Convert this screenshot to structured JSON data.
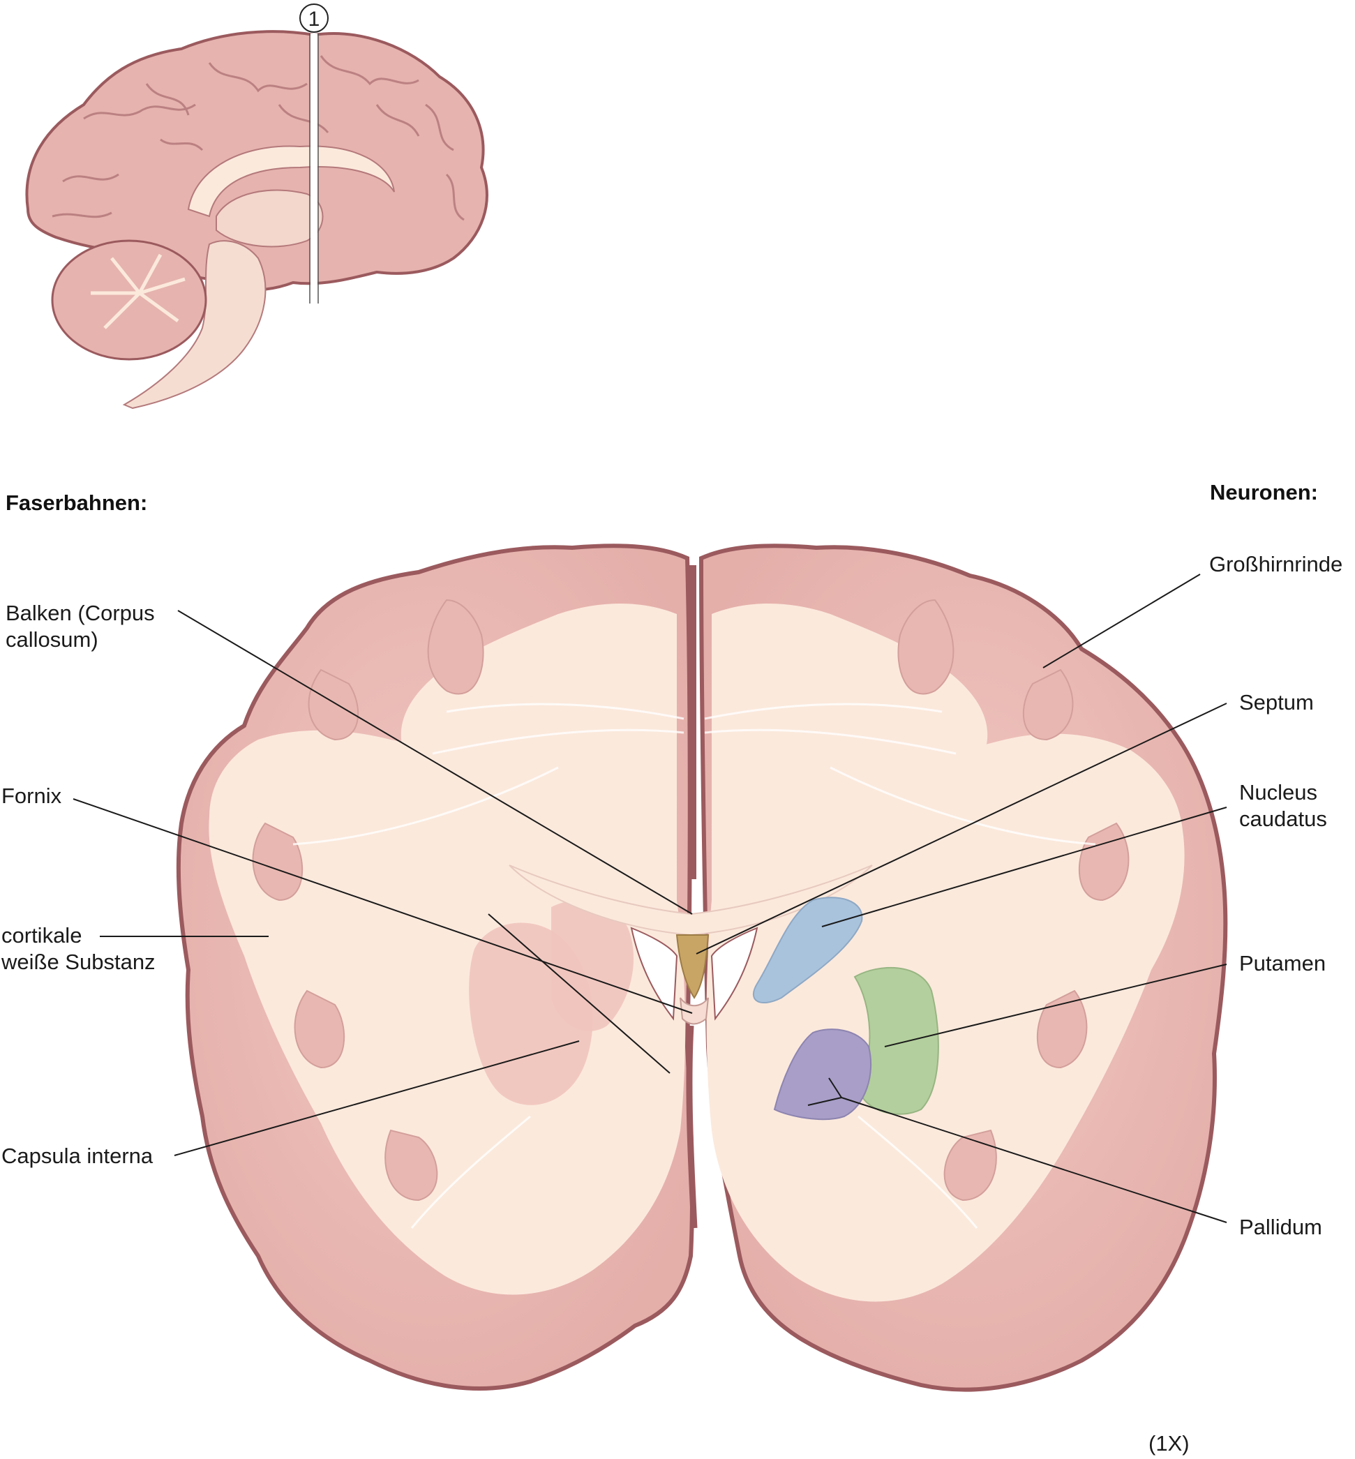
{
  "section_marker": "1",
  "headers": {
    "left": "Faserbahnen:",
    "right": "Neuronen:"
  },
  "labels_left": {
    "balken_1": "Balken (Corpus",
    "balken_2": "callosum)",
    "fornix": "Fornix",
    "weisse_1": "cortikale",
    "weisse_2": "weiße Substanz",
    "capsula": "Capsula interna"
  },
  "labels_right": {
    "rinde": "Großhirnrinde",
    "septum": "Septum",
    "caudatus_1": "Nucleus",
    "caudatus_2": "caudatus",
    "putamen": "Putamen",
    "pallidum": "Pallidum"
  },
  "magnification": "(1X)",
  "colors": {
    "cortex": "#eab9b4",
    "cortex_edge": "#9b5a5e",
    "white_matter": "#fbe9dc",
    "septum": "#c9a565",
    "caudatus": "#a9c3dd",
    "putamen": "#b3cf9d",
    "pallidum": "#a89ec8"
  }
}
